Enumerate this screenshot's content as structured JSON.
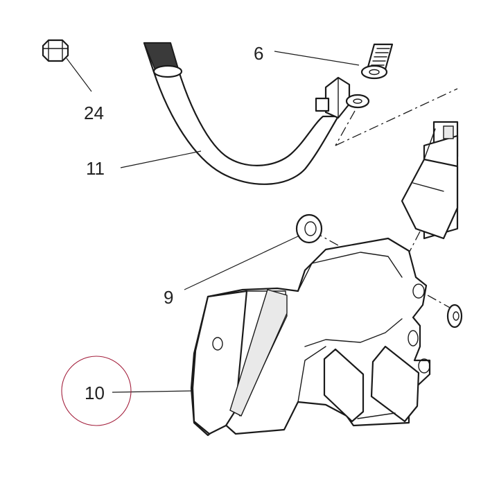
{
  "callouts": {
    "c6": "6",
    "c24": "24",
    "c11": "11",
    "c9": "9",
    "c10": "10"
  },
  "highlighted_callout": "10",
  "colors": {
    "line": "#1a1a1a",
    "highlight_circle": "#a31f3c",
    "background": "#ffffff"
  }
}
